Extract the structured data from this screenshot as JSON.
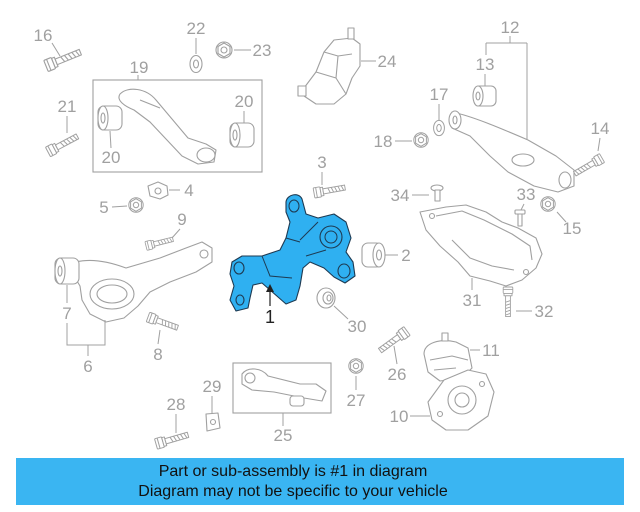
{
  "colors": {
    "highlight": "#2fb0f1",
    "banner": "#3ab5f2",
    "line_art": "#a0a0a0"
  },
  "diagram": {
    "callouts": [
      "16",
      "22",
      "23",
      "12",
      "19",
      "24",
      "13",
      "21",
      "20",
      "17",
      "20",
      "18",
      "14",
      "3",
      "4",
      "34",
      "33",
      "5",
      "9",
      "15",
      "2",
      "7",
      "1",
      "31",
      "32",
      "30",
      "8",
      "6",
      "11",
      "26",
      "29",
      "28",
      "27",
      "10",
      "25"
    ]
  },
  "banner": {
    "line1": "Part or sub-assembly is #1 in diagram",
    "line2": "Diagram may not be specific to your vehicle"
  }
}
